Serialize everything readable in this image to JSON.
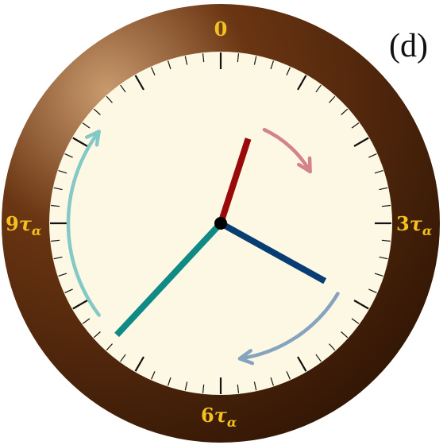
{
  "panel_label": "(d)",
  "dial_labels": {
    "top": "0",
    "right": {
      "value": "3",
      "symbol": "τ",
      "subscript": "α"
    },
    "bottom": {
      "value": "6",
      "symbol": "τ",
      "subscript": "α"
    },
    "left": {
      "value": "9",
      "symbol": "τ",
      "subscript": "α"
    }
  },
  "colors": {
    "bezel_dark": "#3a1a06",
    "bezel_light": "#c99a6e",
    "face": "#fdf8e4",
    "ticks": "#111111",
    "label": "#f4c21f",
    "hand_red": "#9b0a0a",
    "hand_navy": "#073d73",
    "hand_teal": "#0f8a85",
    "arrow_red": "#d4838b",
    "arrow_navy": "#86a4bf",
    "arrow_teal": "#84c9c6",
    "hub": "#000000"
  },
  "hands": [
    {
      "name": "red",
      "angle_deg": 18,
      "color_key": "hand_red"
    },
    {
      "name": "navy",
      "angle_deg": 119,
      "color_key": "hand_navy"
    },
    {
      "name": "teal",
      "angle_deg": 223,
      "color_key": "hand_teal"
    }
  ],
  "arrows": [
    {
      "name": "red",
      "from_deg": 25,
      "to_deg": 60,
      "color_key": "arrow_red"
    },
    {
      "name": "navy",
      "from_deg": 121,
      "to_deg": 172,
      "color_key": "arrow_navy"
    },
    {
      "name": "teal",
      "from_deg": 233,
      "to_deg": 307,
      "color_key": "arrow_teal"
    }
  ]
}
